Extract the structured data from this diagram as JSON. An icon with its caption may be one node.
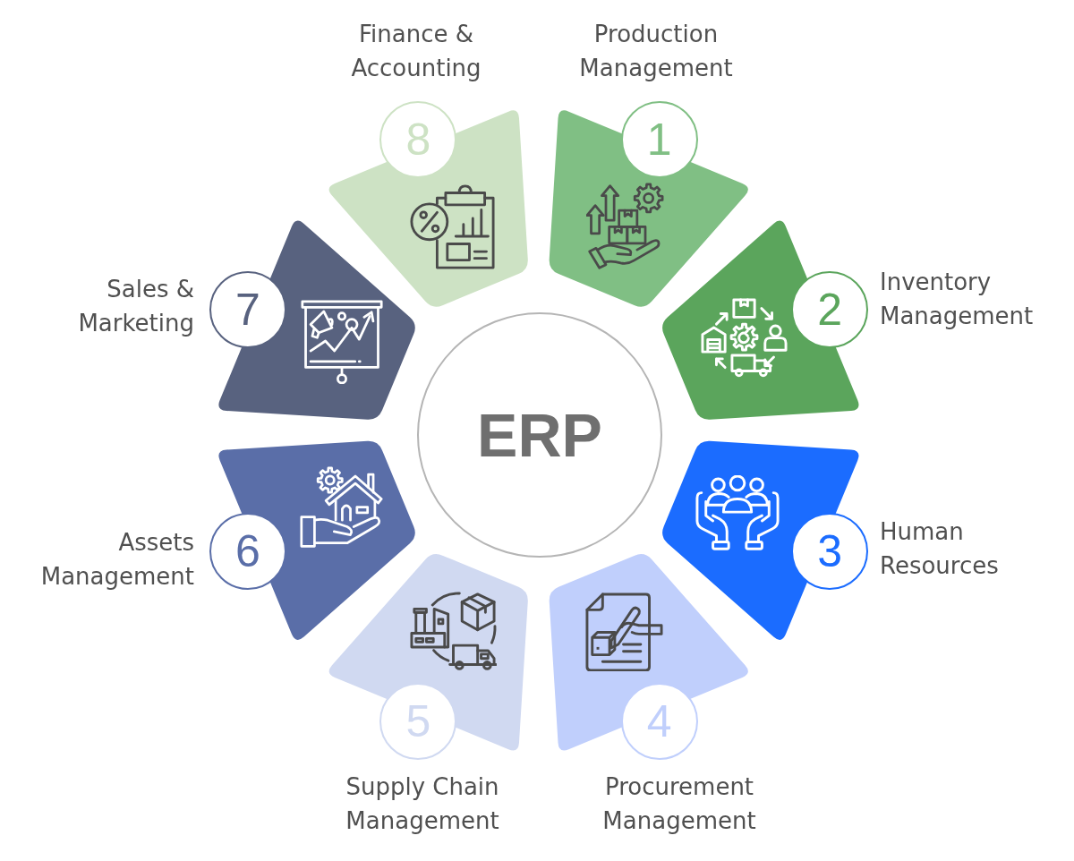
{
  "diagram": {
    "nodes": [
      {
        "text": [
          "ERP"
        ]
      },
      {
        "text": [
          "1"
        ],
        "beside": [
          "Production Management"
        ]
      },
      {
        "text": [
          "2"
        ],
        "beside": [
          "Inventory Management"
        ]
      },
      {
        "text": [
          "3"
        ],
        "beside": [
          "Human Resources"
        ]
      },
      {
        "text": [
          "4"
        ],
        "beside": [
          "Procurement Management"
        ]
      },
      {
        "text": [
          "5"
        ],
        "beside": [
          "Supply Chain Management"
        ]
      },
      {
        "text": [
          "6"
        ],
        "beside": [
          "Assets Management"
        ]
      },
      {
        "text": [
          "7"
        ],
        "beside": [
          "Sales & Marketing"
        ]
      },
      {
        "text": [
          "8"
        ],
        "beside": [
          "Finance & Accounting"
        ]
      }
    ]
  }
}
